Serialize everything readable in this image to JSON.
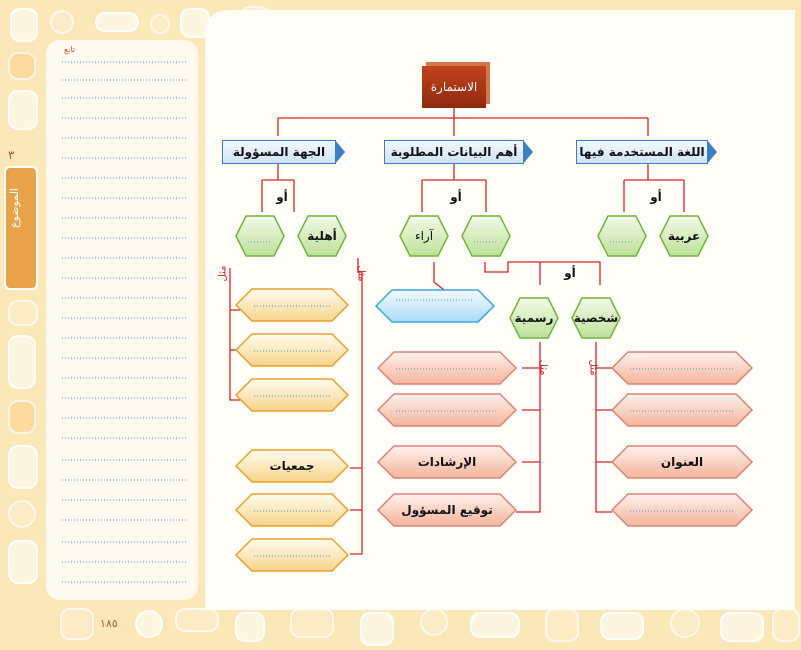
{
  "title": "الاستمارة",
  "headers": {
    "responsible": "الجهة المسؤولة",
    "data": "أهم البيانات المطلوبة",
    "language": "اللغة المستخدمة فيها"
  },
  "or": "أو",
  "example": "مثل",
  "responsible": {
    "private": "أهلية",
    "items": [
      "جمعيات"
    ]
  },
  "data": {
    "opinions": "آراء",
    "official": "رسمية",
    "personal": "شخصية"
  },
  "language": {
    "arabic": "عربية"
  },
  "official_items": [
    "الإرشادات",
    "توقيع المسؤول"
  ],
  "personal_items": [
    "العنوان"
  ],
  "page_number": "١٨٥",
  "side_number": "٣",
  "side_tab": "الموضوع",
  "top_label": "تابع"
}
